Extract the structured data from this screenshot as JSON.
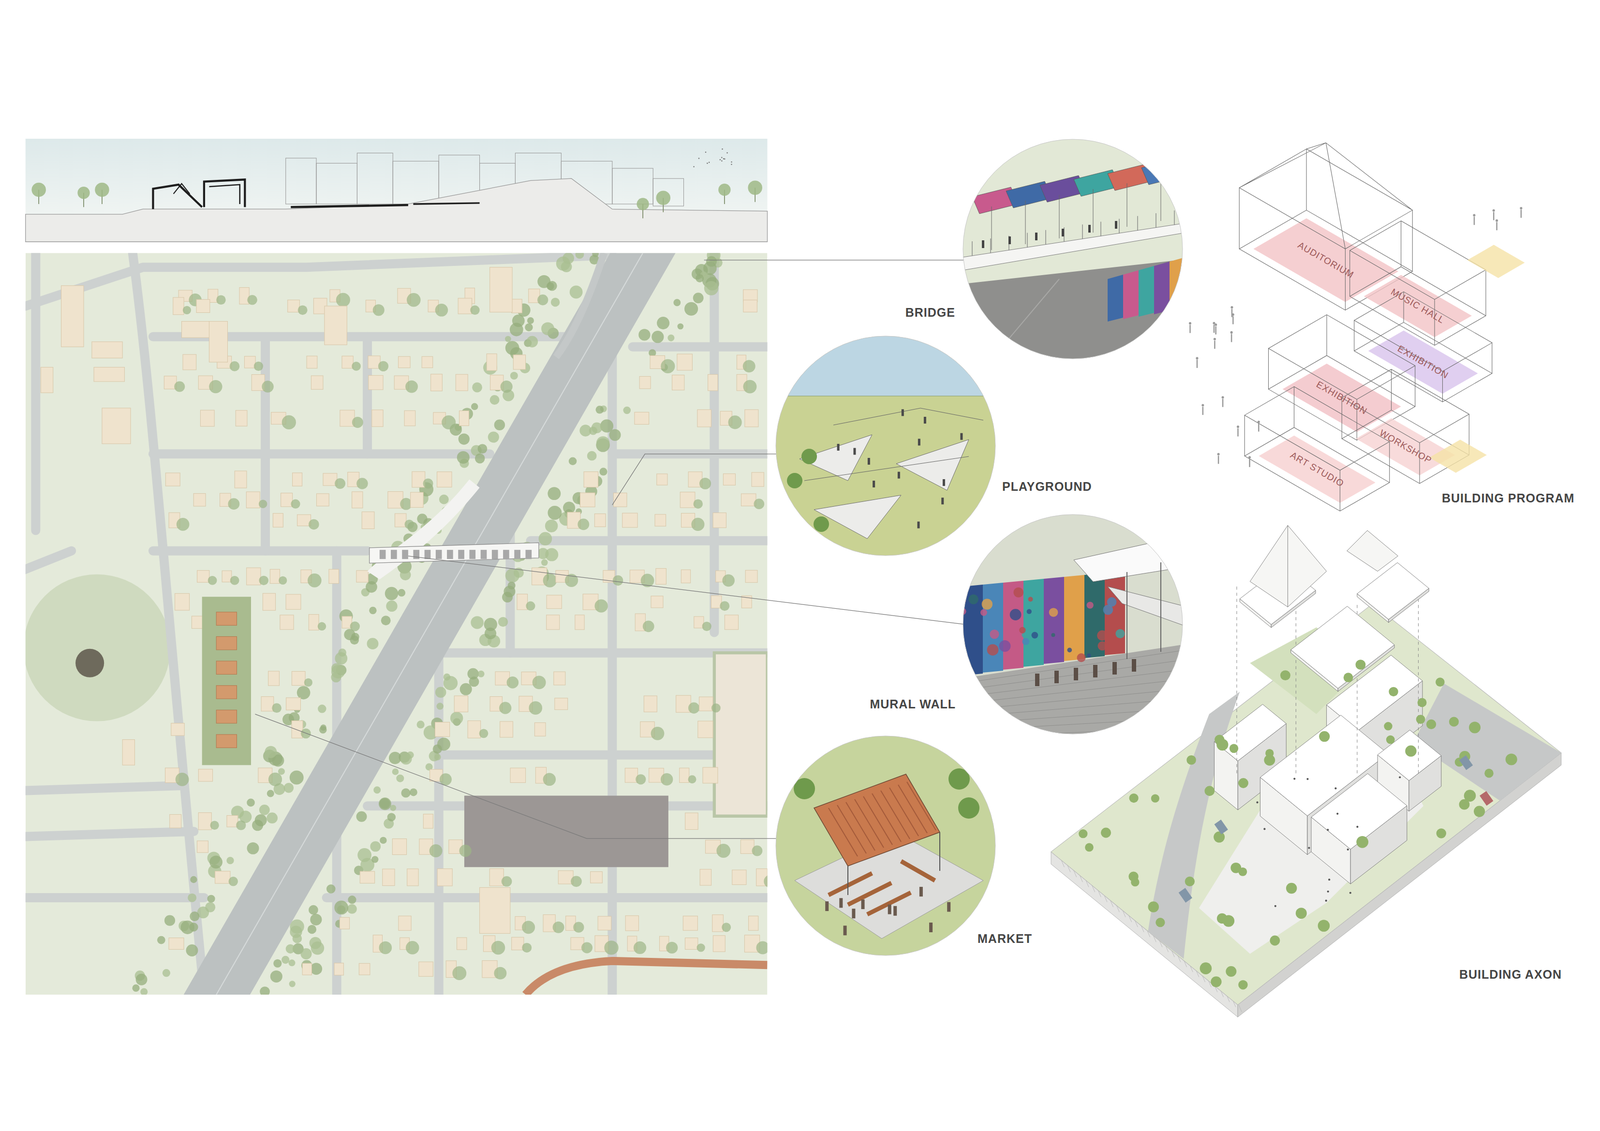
{
  "diagram": {
    "nodes": [
      {
        "text": [
          "BRIDGE"
        ]
      },
      {
        "text": [
          "PLAYGROUND"
        ]
      },
      {
        "text": [
          "MURAL WALL"
        ]
      },
      {
        "text": [
          "MARKET"
        ]
      }
    ],
    "labels": [
      "AUDITORIUM",
      "MUSIC HALL",
      "EXHIBITION",
      "EXHIBITION",
      "WORKSHOP",
      "ART STUDIO",
      "BUILDING PROGRAM",
      "BUILDING AXON"
    ]
  }
}
